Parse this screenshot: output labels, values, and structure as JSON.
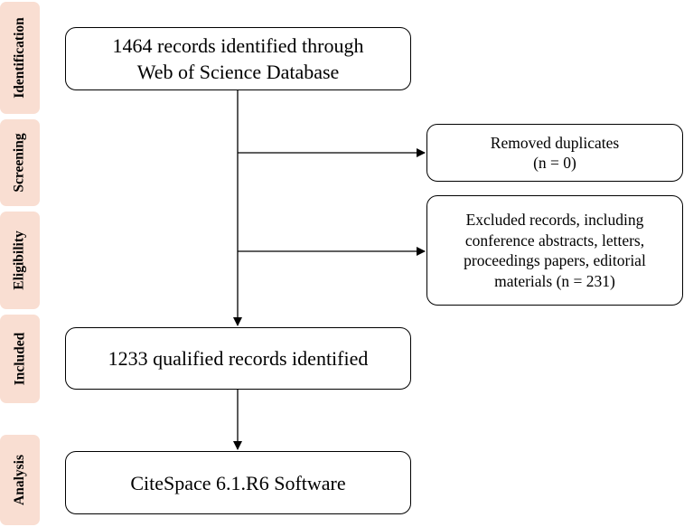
{
  "phases": [
    {
      "key": "identification",
      "label": "Identification"
    },
    {
      "key": "screening",
      "label": "Screening"
    },
    {
      "key": "eligibility",
      "label": "Eligibility"
    },
    {
      "key": "included",
      "label": "Included"
    },
    {
      "key": "analysis",
      "label": "Analysis"
    }
  ],
  "boxes": {
    "identified": {
      "lines": [
        "1464 records identified through",
        "Web of Science Database"
      ]
    },
    "duplicates": {
      "lines": [
        "Removed duplicates",
        "(n = 0)"
      ]
    },
    "excluded": {
      "lines": [
        "Excluded records, including",
        "conference abstracts, letters,",
        "proceedings papers, editorial",
        "materials (n = 231)"
      ]
    },
    "qualified": {
      "lines": [
        "1233 qualified records identified"
      ]
    },
    "software": {
      "lines": [
        "CiteSpace 6.1.R6 Software"
      ]
    }
  },
  "colors": {
    "phase_fill": "#f9ded2",
    "stroke": "#000000"
  }
}
